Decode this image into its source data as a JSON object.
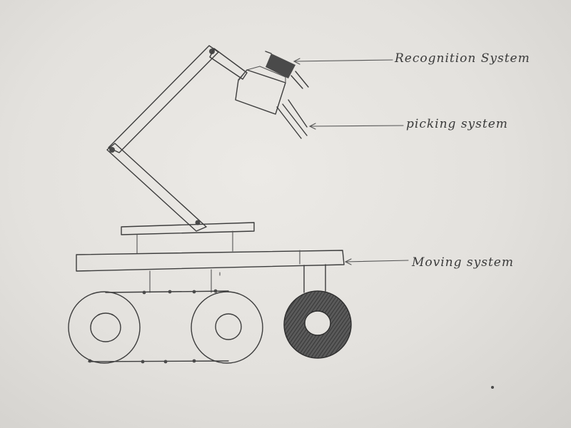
{
  "labels": {
    "recognition": "Recognition System",
    "picking": "picking system",
    "moving": "Moving system"
  },
  "colors": {
    "paper": "#e6e4e0",
    "pencil": "#3d3d3d",
    "shade": "#4a4a4a"
  }
}
